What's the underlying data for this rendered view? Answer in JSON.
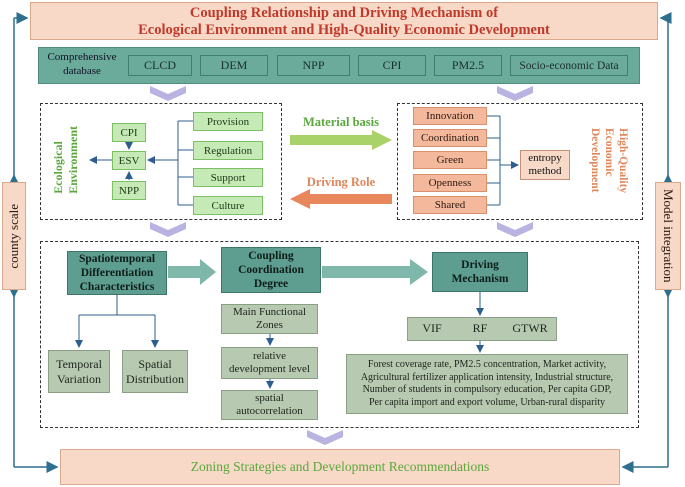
{
  "title": {
    "line1": "Coupling Relationship and Driving Mechanism of",
    "line2": "Ecological Environment and High-Quality Economic Development"
  },
  "database": {
    "label_line1": "Comprehensive",
    "label_line2": "database",
    "items": [
      "CLCD",
      "DEM",
      "NPP",
      "CPI",
      "PM2.5",
      "Socio-economic Data"
    ]
  },
  "side": {
    "left": "county scale",
    "right": "Model integration"
  },
  "eco": {
    "title_line1": "Ecological",
    "title_line2": "Environment",
    "cpi": "CPI",
    "esv": "ESV",
    "npp": "NPP",
    "services": [
      "Provision",
      "Regulation",
      "Support",
      "Culture"
    ]
  },
  "links": {
    "material": "Material basis",
    "driving": "Driving Role"
  },
  "hq": {
    "title_line1": "High-Quality",
    "title_line2": "Economic",
    "title_line3": "Development",
    "items": [
      "Innovation",
      "Coordination",
      "Green",
      "Openness",
      "Shared"
    ],
    "method_line1": "entropy",
    "method_line2": "method"
  },
  "analysis": {
    "spatio_line1": "Spatiotemporal",
    "spatio_line2": "Differentiation",
    "spatio_line3": "Characteristics",
    "temporal_line1": "Temporal",
    "temporal_line2": "Variation",
    "spatial_line1": "Spatial",
    "spatial_line2": "Distribution",
    "coupling_line1": "Coupling",
    "coupling_line2": "Coordination",
    "coupling_line3": "Degree",
    "zones_line1": "Main Functional",
    "zones_line2": "Zones",
    "relative_line1": "relative",
    "relative_line2": "development level",
    "spatial_auto_line1": "spatial",
    "spatial_auto_line2": "autocorrelation",
    "driving_line1": "Driving",
    "driving_line2": "Mechanism",
    "models": [
      "VIF",
      "RF",
      "GTWR"
    ],
    "factors": [
      "Forest coverage rate, PM2.5 concentration, Market activity,",
      "Agricultural fertilizer application intensity, Industrial structure,",
      "Number of students in compulsory education, Per capita GDP,",
      "Per capita import and export volume, Urban-rural disparity"
    ]
  },
  "footer": "Zoning Strategies and Development Recommendations",
  "colors": {
    "title_red": "#c0392b",
    "eco_green": "#5aa83c",
    "hq_orange": "#e0865a",
    "teal": "#6aab9c",
    "link_blue": "#2e6e8e"
  }
}
